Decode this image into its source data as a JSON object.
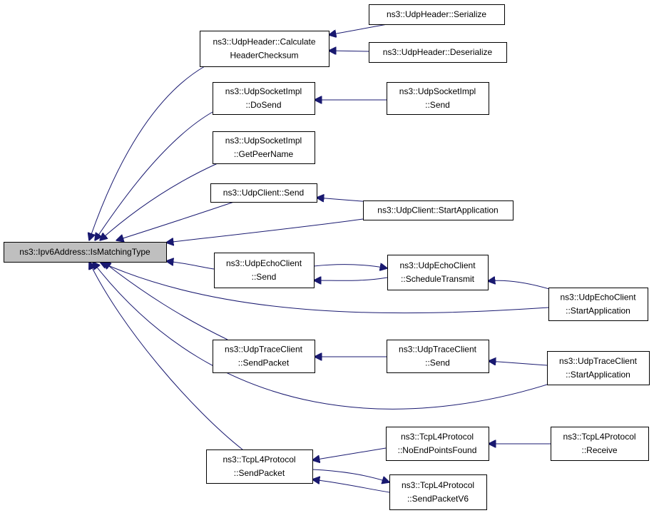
{
  "colors": {
    "edge": "#191970",
    "focus_fill": "#bfbfbf",
    "node_fill": "#ffffff",
    "node_stroke": "#000000"
  },
  "nodes": [
    {
      "id": "ismatchingtype",
      "lines": [
        "ns3::Ipv6Address::IsMatchingType"
      ],
      "focus": true
    },
    {
      "id": "calcheaderchecksum",
      "lines": [
        "ns3::UdpHeader::Calculate",
        "HeaderChecksum"
      ]
    },
    {
      "id": "serialize",
      "lines": [
        "ns3::UdpHeader::Serialize"
      ]
    },
    {
      "id": "deserialize",
      "lines": [
        "ns3::UdpHeader::Deserialize"
      ]
    },
    {
      "id": "sockdosend",
      "lines": [
        "ns3::UdpSocketImpl",
        "::DoSend"
      ]
    },
    {
      "id": "socksend",
      "lines": [
        "ns3::UdpSocketImpl",
        "::Send"
      ]
    },
    {
      "id": "getpeername",
      "lines": [
        "ns3::UdpSocketImpl",
        "::GetPeerName"
      ]
    },
    {
      "id": "clientsend",
      "lines": [
        "ns3::UdpClient::Send"
      ]
    },
    {
      "id": "clientstart",
      "lines": [
        "ns3::UdpClient::StartApplication"
      ]
    },
    {
      "id": "echosend",
      "lines": [
        "ns3::UdpEchoClient",
        "::Send"
      ]
    },
    {
      "id": "echosched",
      "lines": [
        "ns3::UdpEchoClient",
        "::ScheduleTransmit"
      ]
    },
    {
      "id": "echostart",
      "lines": [
        "ns3::UdpEchoClient",
        "::StartApplication"
      ]
    },
    {
      "id": "tracesendpkt",
      "lines": [
        "ns3::UdpTraceClient",
        "::SendPacket"
      ]
    },
    {
      "id": "tracesend",
      "lines": [
        "ns3::UdpTraceClient",
        "::Send"
      ]
    },
    {
      "id": "tracestart",
      "lines": [
        "ns3::UdpTraceClient",
        "::StartApplication"
      ]
    },
    {
      "id": "tcpsendpkt",
      "lines": [
        "ns3::TcpL4Protocol",
        "::SendPacket"
      ]
    },
    {
      "id": "tcpnoend",
      "lines": [
        "ns3::TcpL4Protocol",
        "::NoEndPointsFound"
      ]
    },
    {
      "id": "tcprecv",
      "lines": [
        "ns3::TcpL4Protocol",
        "::Receive"
      ]
    },
    {
      "id": "tcpsendv6",
      "lines": [
        "ns3::TcpL4Protocol",
        "::SendPacketV6"
      ]
    }
  ],
  "edges": [
    {
      "from": "serialize",
      "to": "calcheaderchecksum"
    },
    {
      "from": "deserialize",
      "to": "calcheaderchecksum"
    },
    {
      "from": "socksend",
      "to": "sockdosend"
    },
    {
      "from": "clientstart",
      "to": "clientsend"
    },
    {
      "from": "echosend",
      "to": "echosched"
    },
    {
      "from": "echosched",
      "to": "echosend"
    },
    {
      "from": "echostart",
      "to": "echosched"
    },
    {
      "from": "tracesend",
      "to": "tracesendpkt"
    },
    {
      "from": "tracestart",
      "to": "tracesend"
    },
    {
      "from": "tcpnoend",
      "to": "tcpsendpkt"
    },
    {
      "from": "tcprecv",
      "to": "tcpnoend"
    },
    {
      "from": "tcpsendpkt",
      "to": "tcpsendv6"
    },
    {
      "from": "tcpsendv6",
      "to": "tcpsendpkt"
    },
    {
      "from": "calcheaderchecksum",
      "to": "ismatchingtype"
    },
    {
      "from": "sockdosend",
      "to": "ismatchingtype"
    },
    {
      "from": "getpeername",
      "to": "ismatchingtype"
    },
    {
      "from": "clientsend",
      "to": "ismatchingtype"
    },
    {
      "from": "clientstart",
      "to": "ismatchingtype"
    },
    {
      "from": "echosend",
      "to": "ismatchingtype"
    },
    {
      "from": "echostart",
      "to": "ismatchingtype"
    },
    {
      "from": "tracesendpkt",
      "to": "ismatchingtype"
    },
    {
      "from": "tracestart",
      "to": "ismatchingtype"
    },
    {
      "from": "tcpsendpkt",
      "to": "ismatchingtype"
    }
  ]
}
